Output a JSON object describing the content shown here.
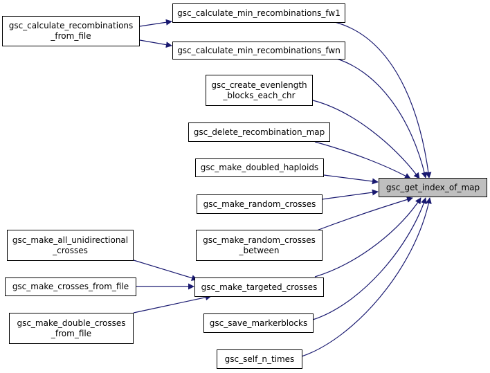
{
  "colors": {
    "edge": "#191970",
    "node_border": "#000000",
    "node_fill": "#ffffff",
    "target_fill": "#bfbfbf"
  },
  "nodes": {
    "target": "gsc_get_index_of_map",
    "calc_min_fw1": "gsc_calculate_min_recombinations_fw1",
    "calc_min_fwn": "gsc_calculate_min_recombinations_fwn",
    "calc_recomb_file": "gsc_calculate_recombinations\n_from_file",
    "create_evenlength": "gsc_create_evenlength\n_blocks_each_chr",
    "delete_recomb_map": "gsc_delete_recombination_map",
    "make_doubled_haploids": "gsc_make_doubled_haploids",
    "make_random_crosses": "gsc_make_random_crosses",
    "make_random_crosses_between": "gsc_make_random_crosses\n_between",
    "make_targeted_crosses": "gsc_make_targeted_crosses",
    "make_all_unidirectional": "gsc_make_all_unidirectional\n_crosses",
    "make_crosses_from_file": "gsc_make_crosses_from_file",
    "make_double_crosses_from_file": "gsc_make_double_crosses\n_from_file",
    "save_markerblocks": "gsc_save_markerblocks",
    "self_n_times": "gsc_self_n_times"
  }
}
